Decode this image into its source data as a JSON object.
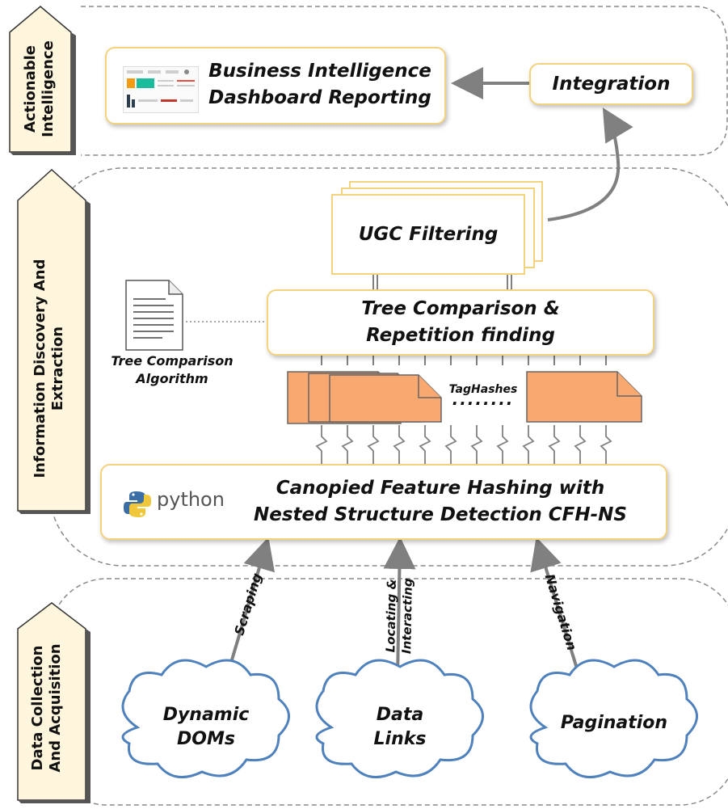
{
  "layers": {
    "top": "Actionable\nIntelligence",
    "middle": "Information Discovery And\nExtraction",
    "bottom": "Data Collection\nAnd Acquisition"
  },
  "boxes": {
    "bi": "Business Intelligence\nDashboard Reporting",
    "integration": "Integration",
    "ugc": "UGC Filtering",
    "tree": "Tree Comparison &\nRepetition finding",
    "cfh": "Canopied Feature Hashing with\nNested Structure Detection CFH-NS"
  },
  "doc_label": "Tree Comparison\nAlgorithm",
  "taghashes": "TagHashes",
  "dots": "........",
  "python_label": "python",
  "sources": {
    "dynamic": "Dynamic\nDOMs",
    "data_links": "Data\nLinks",
    "pagination": "Pagination"
  },
  "edges": {
    "scraping": "Scraping",
    "locating": "Locating &\nInteracting",
    "navigation": "Navigation"
  },
  "colors": {
    "accent_border": "#f3d27e",
    "taghash_fill": "#f9a86f",
    "cloud_stroke": "#4f81bd",
    "arrow": "#808080"
  }
}
